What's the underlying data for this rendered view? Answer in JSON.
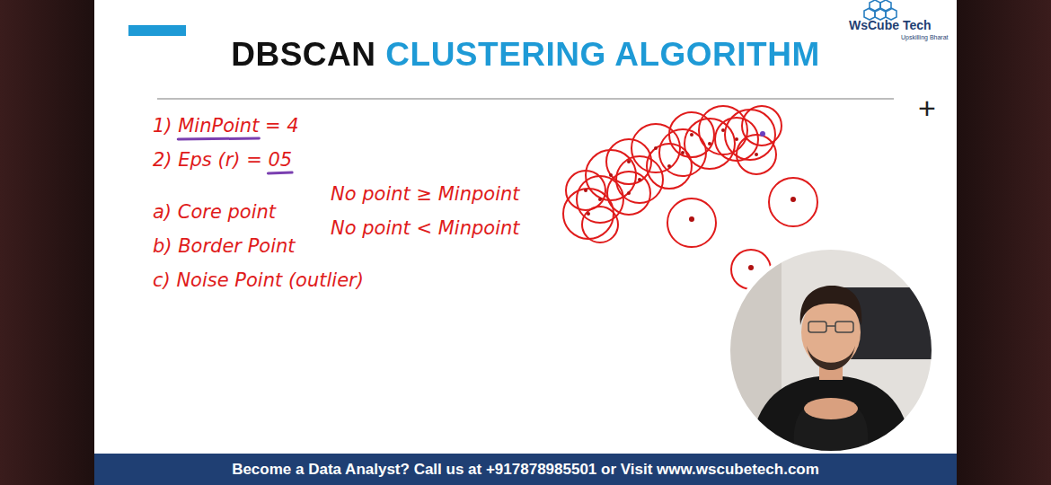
{
  "diagram": {
    "title": "DBSCAN CLUSTERING ALGORITHM",
    "labels": [
      "WsCube Tech",
      "Upskilling Bharat",
      "+",
      "1) MinPoint = 4",
      "2) Eps (r) = 05",
      "a) Core point",
      "No point ≥ Minpoint",
      "b) Border Point",
      "No point < Minpoint",
      "c) Noise Point (outlier)",
      "Become a Data Analyst? Call us at +917878985501 or Visit www.wscubetech.com"
    ]
  }
}
